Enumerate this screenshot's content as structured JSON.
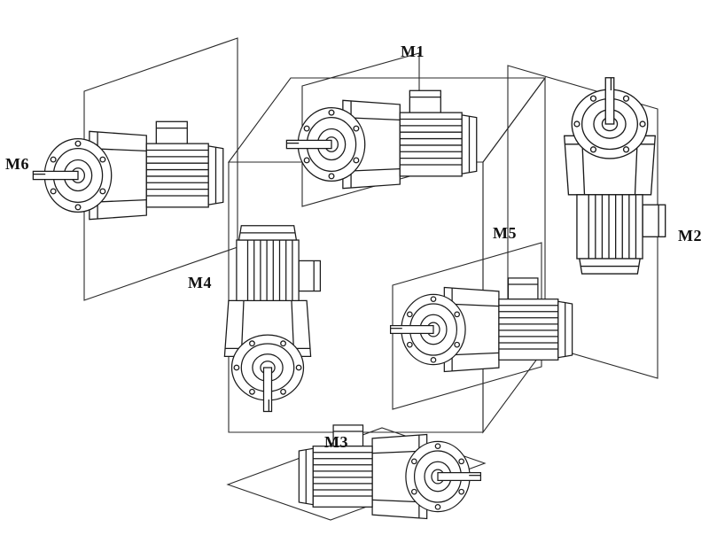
{
  "figure": {
    "labels": {
      "m1": "M1",
      "m2": "M2",
      "m3": "M3",
      "m4": "M4",
      "m5": "M5",
      "m6": "M6"
    },
    "colors": {
      "ink": "#1a1a1a",
      "background": "#ffffff"
    }
  }
}
